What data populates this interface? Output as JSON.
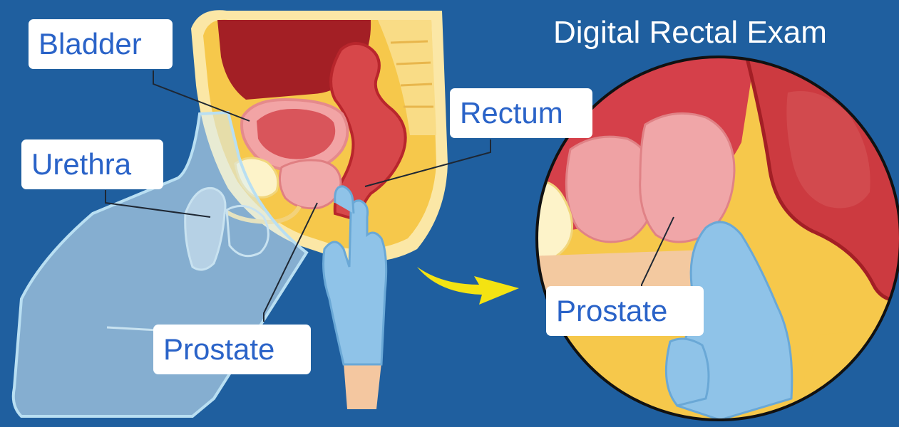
{
  "title": "Digital Rectal Exam",
  "labels": {
    "bladder": "Bladder",
    "urethra": "Urethra",
    "rectum": "Rectum",
    "prostate_main": "Prostate",
    "prostate_zoom": "Prostate"
  },
  "colors": {
    "background": "#1f5f9f",
    "label_text": "#2a63c8",
    "label_box": "#ffffff",
    "arrow": "#f4e312",
    "glove": "#8fc3e8"
  }
}
